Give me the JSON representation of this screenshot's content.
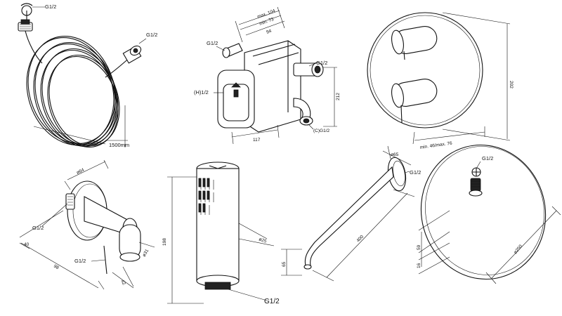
{
  "hose": {
    "label_top": "G1/2",
    "label_right": "G1/2",
    "label_length": "1500mm"
  },
  "valve_box": {
    "dim_top1": "max. 104",
    "dim_top2": "min. 73",
    "dim_top3": "94",
    "label_left": "G1/2",
    "label_right": "G1/2",
    "label_h": "(H)1/2",
    "label_c": "(C)G1/2",
    "dim_bottom": "117",
    "dim_height": "212"
  },
  "plate": {
    "dim_height": "202",
    "dim_depth": "min. 46/max. 76"
  },
  "wall_outlet": {
    "dia": "ø64",
    "label_g1": "G1/2",
    "dim_40": "40",
    "dim_98": "98",
    "label_g2": "G1/2",
    "dim_42": "42",
    "dim_31": "ø31"
  },
  "hand_shower": {
    "dim_height": "198",
    "dia": "ø25",
    "label_bottom": "G1/2"
  },
  "arm": {
    "dia": "ø65",
    "label_g": "G1/2",
    "dim_400": "400",
    "dim_65": "65"
  },
  "head": {
    "label_g": "G1/2",
    "dim_59": "59",
    "dim_16": "16",
    "dia": "ø250"
  }
}
